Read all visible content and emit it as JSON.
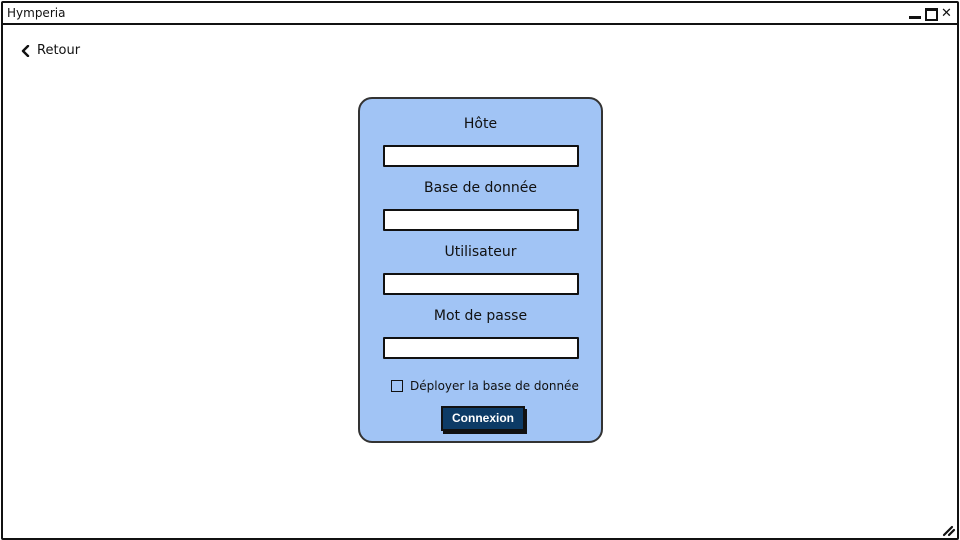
{
  "window": {
    "title": "Hymperia",
    "controls": [
      "minimize-icon",
      "maximize-icon",
      "close-icon"
    ]
  },
  "nav": {
    "back_label": "Retour",
    "back_icon": "chevron-left-icon"
  },
  "form": {
    "fields": [
      {
        "label": "Hôte",
        "value": "",
        "placeholder": ""
      },
      {
        "label": "Base de donnée",
        "value": "",
        "placeholder": ""
      },
      {
        "label": "Utilisateur",
        "value": "",
        "placeholder": ""
      },
      {
        "label": "Mot de passe",
        "value": "",
        "placeholder": ""
      }
    ],
    "checkbox_label": "Déployer la base de donnée",
    "checkbox_checked": false,
    "submit_label": "Connexion"
  },
  "colors": {
    "card_background": "#a1c4f5",
    "button_background": "#0d3b66",
    "button_text": "#ffffff"
  }
}
